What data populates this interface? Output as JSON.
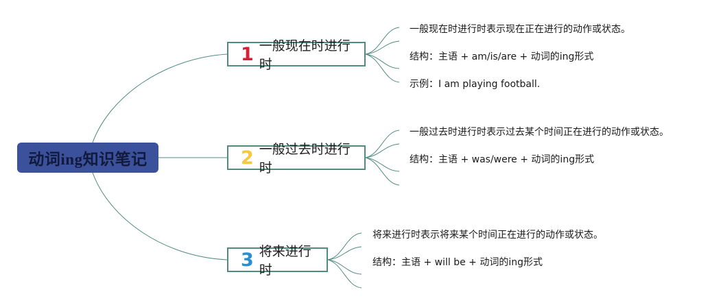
{
  "root": {
    "label": "动词ing知识笔记"
  },
  "colors": {
    "root_bg": "#3c519b",
    "line": "#4e8c7f",
    "num1": "#d72036",
    "num2": "#f5c842",
    "num3": "#2a8fd1"
  },
  "branches": [
    {
      "number": "1",
      "label": "一般现在时进行时",
      "leaves": [
        "一般现在时进行时表示现在正在进行的动作或状态。",
        "结构：主语 + am/is/are + 动词的ing形式",
        "示例：I am playing football."
      ]
    },
    {
      "number": "2",
      "label": "一般过去时进行时",
      "leaves": [
        "一般过去时进行时表示过去某个时间正在进行的动作或状态。",
        "结构：主语 + was/were + 动词的ing形式",
        ""
      ]
    },
    {
      "number": "3",
      "label": "将来进行时",
      "leaves": [
        "将来进行时表示将来某个时间正在进行的动作或状态。",
        "结构：主语 + will be + 动词的ing形式",
        ""
      ]
    }
  ]
}
